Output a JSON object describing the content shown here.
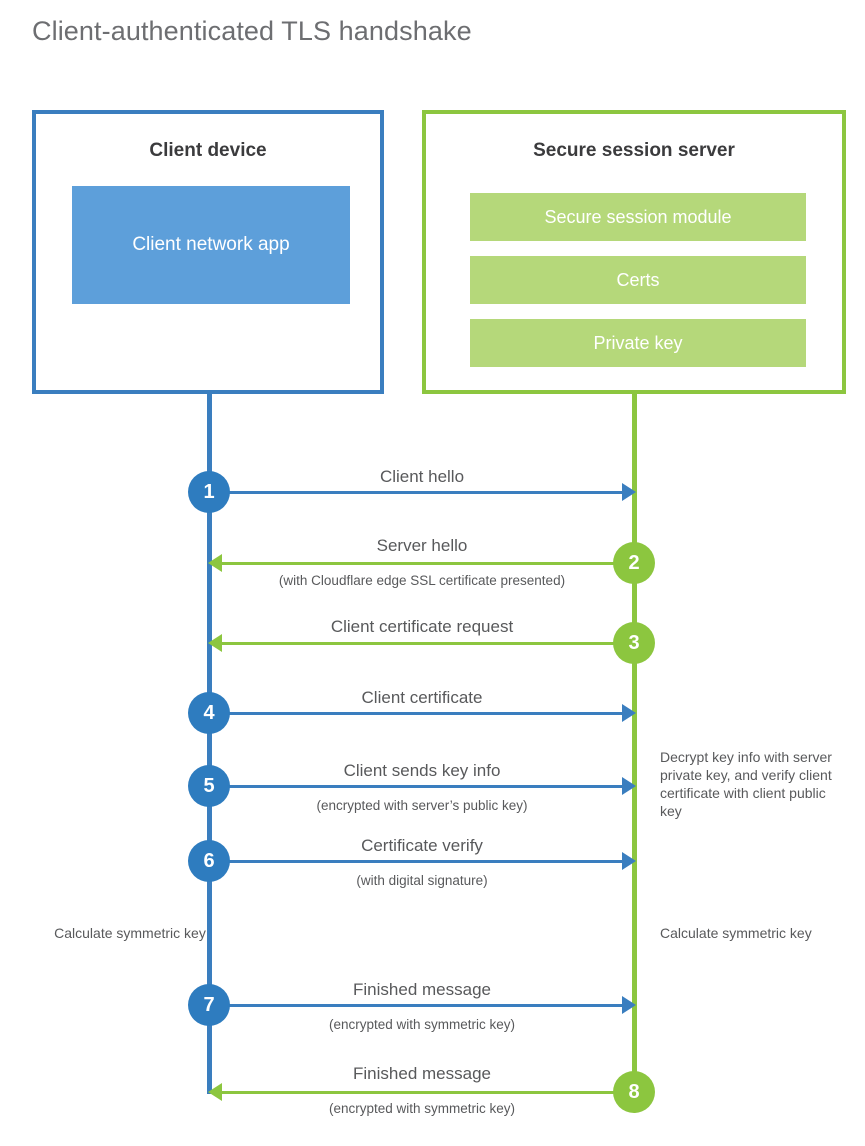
{
  "page": {
    "title": "Client-authenticated TLS handshake"
  },
  "colors": {
    "client_blue": "#3a7ebf",
    "client_badge_blue": "#2e7cbf",
    "client_app_blue": "#5d9fda",
    "server_green": "#8cc63f",
    "server_bar_green": "#b5d87a",
    "text_gray": "#58595b"
  },
  "client": {
    "title": "Client device",
    "app_label": "Client network app"
  },
  "server": {
    "title": "Secure session server",
    "modules": [
      "Secure session module",
      "Certs",
      "Private key"
    ]
  },
  "messages": [
    {
      "step": "1",
      "label": "Client hello",
      "sub": "",
      "direction": "client-to-server"
    },
    {
      "step": "2",
      "label": "Server hello",
      "sub": "(with Cloudflare edge SSL certificate presented)",
      "direction": "server-to-client"
    },
    {
      "step": "3",
      "label": "Client certificate request",
      "sub": "",
      "direction": "server-to-client"
    },
    {
      "step": "4",
      "label": "Client certificate",
      "sub": "",
      "direction": "client-to-server"
    },
    {
      "step": "5",
      "label": "Client sends key info",
      "sub": "(encrypted with server’s public key)",
      "direction": "client-to-server"
    },
    {
      "step": "6",
      "label": "Certificate verify",
      "sub": "(with digital signature)",
      "direction": "client-to-server"
    },
    {
      "step": "7",
      "label": "Finished message",
      "sub": "(encrypted with symmetric key)",
      "direction": "client-to-server"
    },
    {
      "step": "8",
      "label": "Finished message",
      "sub": "(encrypted with symmetric key)",
      "direction": "server-to-client"
    }
  ],
  "notes": {
    "decrypt": "Decrypt key info with server private key, and verify client certificate with client public key",
    "calculate_symmetric_key_client": "Calculate symmetric key",
    "calculate_symmetric_key_server": "Calculate symmetric key"
  }
}
